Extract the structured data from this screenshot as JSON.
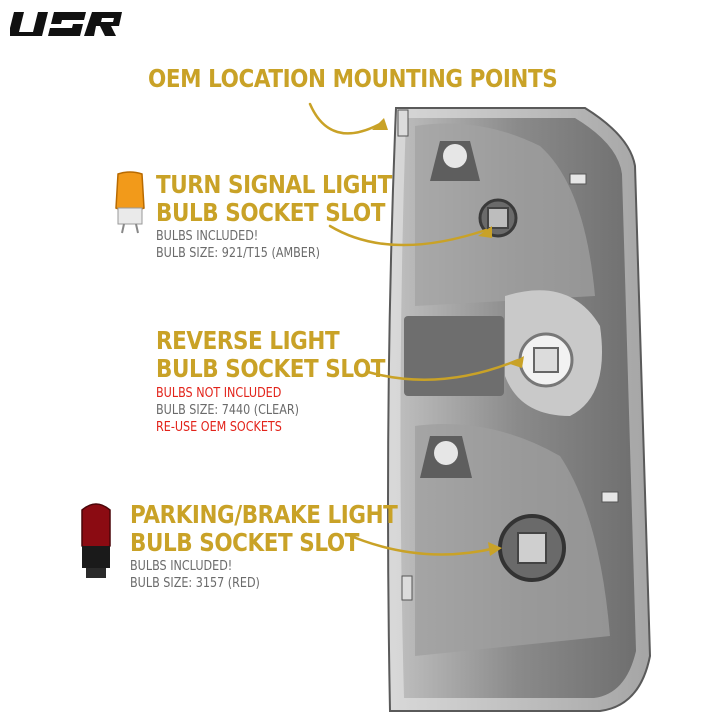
{
  "brand": {
    "logo_text": "USR"
  },
  "callouts": {
    "mounting": {
      "title": "OEM LOCATION MOUNTING POINTS"
    },
    "turn_signal": {
      "title_line1": "TURN SIGNAL LIGHT",
      "title_line2": "BULB SOCKET SLOT",
      "note1": "BULBS INCLUDED!",
      "note2": "BULB SIZE: 921/T15 (AMBER)"
    },
    "reverse": {
      "title_line1": "REVERSE LIGHT",
      "title_line2": "BULB SOCKET SLOT",
      "note1": "BULBS NOT INCLUDED",
      "note2": "BULB SIZE: 7440 (CLEAR)",
      "note3": "RE-USE OEM SOCKETS"
    },
    "parking": {
      "title_line1": "PARKING/BRAKE LIGHT",
      "title_line2": "BULB SOCKET SLOT",
      "note1": "BULBS INCLUDED!",
      "note2": "BULB SIZE: 3157 (RED)"
    }
  },
  "colors": {
    "accent": "#c9a227",
    "warning": "#e2231a",
    "note_gray": "#6b6b6b",
    "housing": "#8e8e8e"
  }
}
